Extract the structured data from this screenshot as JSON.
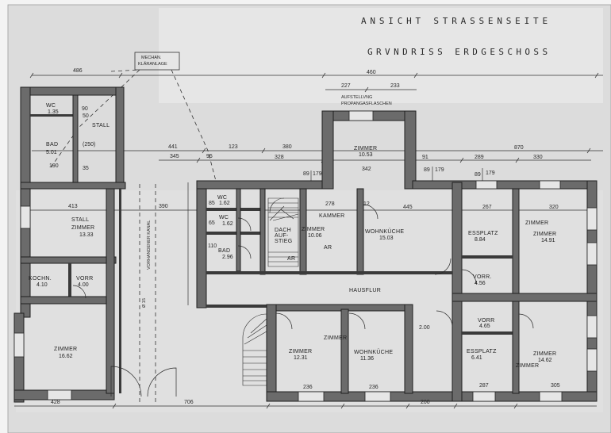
{
  "title": {
    "view": "ANSICHT STRASSENSEITE",
    "plan": "GRVNDRISS ERDGESCHOSS"
  },
  "notes": {
    "sewage_line1": "MECHAN.",
    "sewage_line2": "KLÄRANLAGE",
    "propane_line1": "AUFSTELLVNG",
    "propane_line2": "PROPANGASFLASCHEN",
    "channel": "VORHANDENER KANAL",
    "channel_diameter": "Ø 15",
    "corridor": "HAUSFLUR"
  },
  "rooms": [
    {
      "label": "WC",
      "area": "1.35"
    },
    {
      "label": "STALL"
    },
    {
      "label": "BAD",
      "area": "5.01"
    },
    {
      "label": "STALL",
      "label2": "ZIMMER",
      "area": "13.33"
    },
    {
      "label": "KOCHN.",
      "area": "4.10"
    },
    {
      "label": "VORR",
      "area": "4.00"
    },
    {
      "label": "ZIMMER",
      "area": "16.62"
    },
    {
      "label": "ZIMMER",
      "area": "10.53"
    },
    {
      "label": "WC",
      "area": "1.62"
    },
    {
      "label": "WC",
      "area": "1.62"
    },
    {
      "label": "BAD",
      "area": "2.96"
    },
    {
      "label": "DACH",
      "label2": "AUF-",
      "label3": "STIEG"
    },
    {
      "label": "AR"
    },
    {
      "label": "KAMMER"
    },
    {
      "label": "ZIMMER",
      "area": "10.06"
    },
    {
      "label": "AR"
    },
    {
      "label": "WOHNKÜCHE",
      "area": "15.03"
    },
    {
      "label": "ESSPLATZ",
      "area": "8.84"
    },
    {
      "label": "ZIMMER"
    },
    {
      "label": "ZIMMER",
      "area": "14.91"
    },
    {
      "label": "VORR.",
      "area": "4.56"
    },
    {
      "label": "VORR",
      "area": "4.65"
    },
    {
      "label": "ESSPLATZ",
      "area": "6.41"
    },
    {
      "label": "ZIMMER"
    },
    {
      "label": "ZIMMER",
      "area": "14.62"
    },
    {
      "label": "ZIMMER",
      "area": "12.31"
    },
    {
      "label": "ZIMMER"
    },
    {
      "label": "WOHNKÜCHE",
      "area": "11.36"
    }
  ],
  "dimensions": [
    "486",
    "460",
    "227",
    "233",
    "441",
    "123",
    "380",
    "870",
    "345",
    "95",
    "328",
    "91",
    "289",
    "330",
    "342",
    "89",
    "179",
    "89",
    "179",
    "89",
    "179",
    "190",
    "413",
    "390",
    "278",
    "12",
    "445",
    "267",
    "320",
    "428",
    "706",
    "236",
    "236",
    "200",
    "287",
    "305",
    "90",
    "50",
    "35",
    "(250)",
    "2.00",
    "85",
    "65",
    "110"
  ]
}
